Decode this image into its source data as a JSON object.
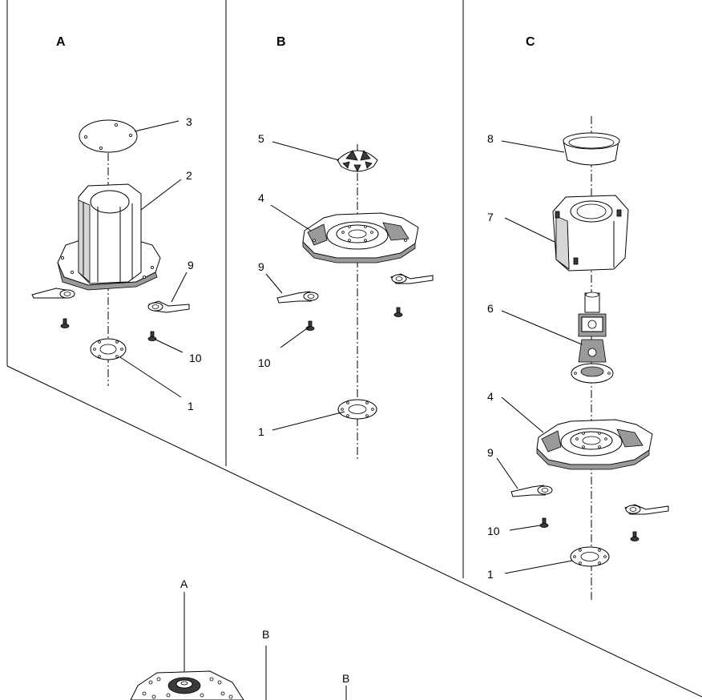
{
  "panels": [
    {
      "letter": "A",
      "callouts": [
        "3",
        "2",
        "9",
        "10",
        "1"
      ]
    },
    {
      "letter": "B",
      "callouts": [
        "5",
        "4",
        "9",
        "10",
        "1"
      ]
    },
    {
      "letter": "C",
      "callouts": [
        "8",
        "7",
        "6",
        "4",
        "9",
        "10",
        "1"
      ]
    }
  ],
  "overview": {
    "labels": [
      "A",
      "B",
      "B"
    ]
  }
}
